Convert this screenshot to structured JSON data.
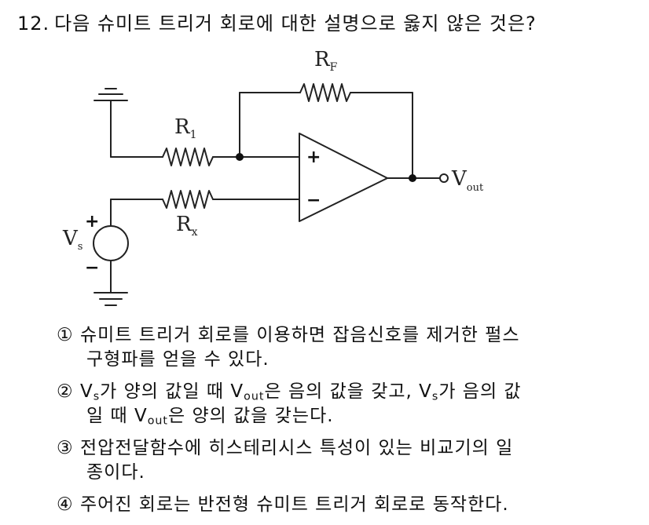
{
  "question": {
    "number": "12.",
    "text": "다음 슈미트 트리거 회로에 대한 설명으로 옳지 않은 것은?"
  },
  "circuit": {
    "labels": {
      "rf": "R",
      "rf_sub": "F",
      "r1": "R",
      "r1_sub": "1",
      "rx": "R",
      "rx_sub": "x",
      "vs": "V",
      "vs_sub": "s",
      "vout": "V",
      "vout_sub": "out",
      "plus_in": "+",
      "minus_in": "−",
      "src_plus": "+",
      "src_minus": "−"
    }
  },
  "options": [
    {
      "marker": "①",
      "line1": "슈미트 트리거 회로를 이용하면 잡음신호를 제거한 펄스",
      "line2": "구형파를 얻을 수 있다."
    },
    {
      "marker": "②",
      "v": "V",
      "s": "s",
      "p1": "가 양의 값일 때 ",
      "out": "out",
      "p2": "은 음의 값을 갖고, ",
      "p3": "가 음의 값",
      "line2_a": "일 때 ",
      "line2_b": "은 양의 값을 갖는다."
    },
    {
      "marker": "③",
      "line1": "전압전달함수에 히스테리시스 특성이 있는 비교기의 일",
      "line2": "종이다."
    },
    {
      "marker": "④",
      "line1": "주어진 회로는 반전형 슈미트 트리거 회로로 동작한다."
    }
  ]
}
